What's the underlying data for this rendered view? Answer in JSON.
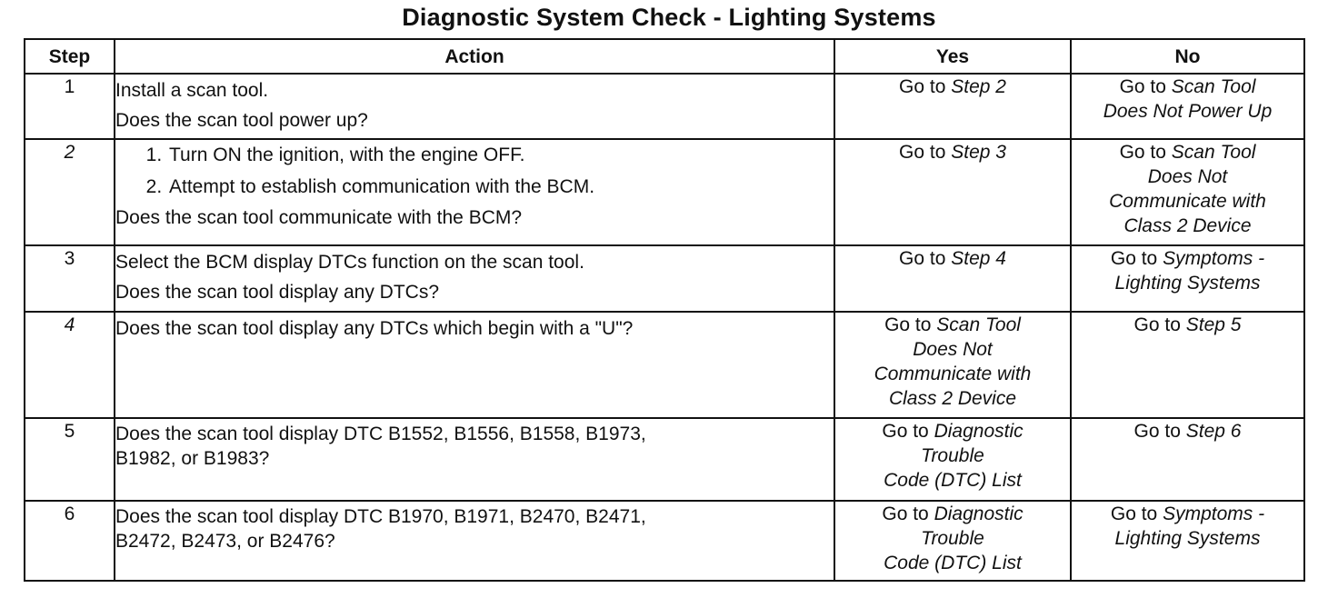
{
  "title": "Diagnostic System Check - Lighting Systems",
  "headers": {
    "step": "Step",
    "action": "Action",
    "yes": "Yes",
    "no": "No"
  },
  "rows": [
    {
      "step": "1",
      "action_lines": [
        "Install a scan tool.",
        "Does the scan tool power up?"
      ],
      "yes": {
        "prefix": "Go to",
        "target": "Step 2"
      },
      "no": {
        "prefix": "Go to",
        "target_lines": [
          "Scan Tool",
          "Does Not Power Up"
        ]
      }
    },
    {
      "step": "2",
      "action_list": [
        "Turn ON the ignition, with the engine OFF.",
        "Attempt to establish communication with the BCM."
      ],
      "action_question": "Does the scan tool communicate with the BCM?",
      "yes": {
        "prefix": "Go to",
        "target": "Step 3"
      },
      "no": {
        "prefix": "Go to",
        "target_lines": [
          "Scan Tool",
          "Does Not",
          "Communicate with",
          "Class 2 Device"
        ]
      }
    },
    {
      "step": "3",
      "action_lines": [
        "Select the BCM display DTCs function on the scan tool.",
        "Does the scan tool display any DTCs?"
      ],
      "yes": {
        "prefix": "Go to",
        "target": "Step 4"
      },
      "no": {
        "prefix": "Go to",
        "target_lines": [
          "Symptoms -",
          "Lighting Systems"
        ]
      }
    },
    {
      "step": "4",
      "action_lines": [
        "Does the scan tool display any DTCs which begin with a \"U\"?"
      ],
      "yes": {
        "prefix": "Go to",
        "target_lines": [
          "Scan Tool",
          "Does Not",
          "Communicate with",
          "Class 2 Device"
        ]
      },
      "no": {
        "prefix": "Go to",
        "target": "Step 5"
      }
    },
    {
      "step": "5",
      "action_lines": [
        "Does the scan tool display DTC B1552, B1556, B1558, B1973,",
        "B1982, or B1983?"
      ],
      "yes": {
        "prefix": "Go to",
        "target_lines": [
          "Diagnostic",
          "Trouble",
          "Code (DTC) List"
        ]
      },
      "no": {
        "prefix": "Go to",
        "target": "Step 6"
      }
    },
    {
      "step": "6",
      "action_lines": [
        "Does the scan tool display DTC B1970, B1971, B2470, B2471,",
        "B2472, B2473, or B2476?"
      ],
      "yes": {
        "prefix": "Go to",
        "target_lines": [
          "Diagnostic",
          "Trouble",
          "Code (DTC) List"
        ]
      },
      "no": {
        "prefix": "Go to",
        "target_lines": [
          "Symptoms -",
          "Lighting Systems"
        ]
      }
    }
  ]
}
